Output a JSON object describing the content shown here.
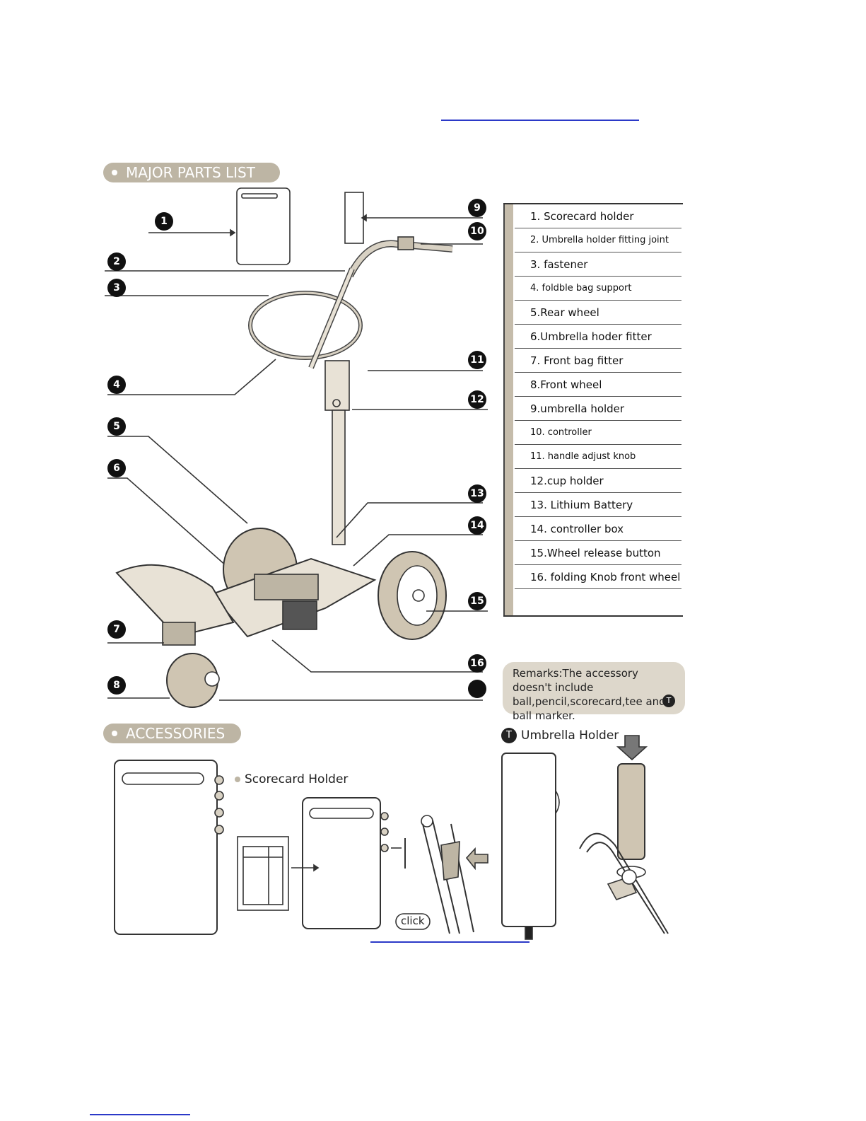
{
  "sections": {
    "major_parts_label": "MAJOR PARTS LIST",
    "accessories_label": "ACCESSORIES"
  },
  "parts_list": [
    "1. Scorecard holder",
    "2. Umbrella holder  fitting joint",
    "3. fastener",
    "4. foldble bag support",
    "5.Rear wheel",
    "6.Umbrella hoder fitter",
    "7. Front bag fitter",
    "8.Front wheel",
    "9.umbrella holder",
    "10. controller",
    "11. handle adjust knob",
    "12.cup holder",
    "13. Lithium Battery",
    "14. controller box",
    "15.Wheel release button",
    "16. folding Knob front wheel"
  ],
  "callouts": [
    "1",
    "2",
    "3",
    "4",
    "5",
    "6",
    "7",
    "8",
    "9",
    "10",
    "11",
    "12",
    "13",
    "14",
    "15",
    "16"
  ],
  "remarks": "Remarks:The accessory doesn't include ball,pencil,scorecard,tee and ball marker.",
  "remarks_icon": "T",
  "accessories": {
    "scorecard_holder_label": "Scorecard Holder",
    "umbrella_holder_label": "Umbrella Holder",
    "umbrella_icon": "T",
    "click_label": "click"
  },
  "colors": {
    "pill": "#bdb5a4",
    "remarks_bg": "#ddd7cb",
    "link": "#2b39c8"
  }
}
